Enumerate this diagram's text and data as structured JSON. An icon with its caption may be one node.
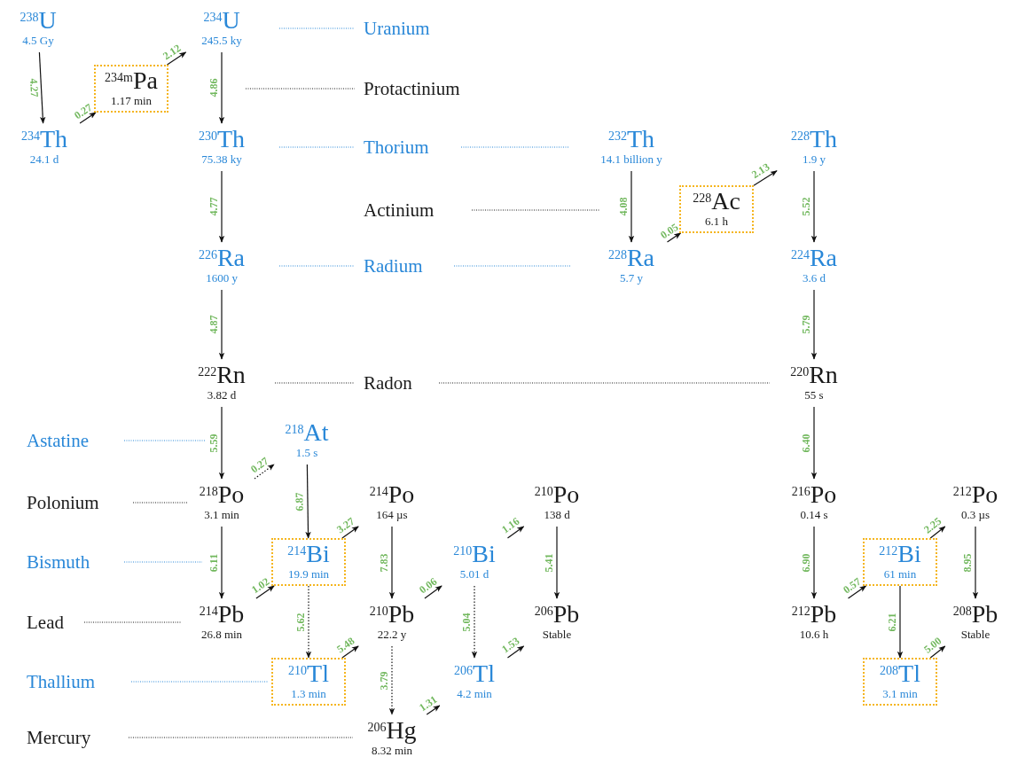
{
  "diagram": {
    "nodes": [
      {
        "text": [
          "$^{238}$U",
          "4.5 Gy"
        ]
      },
      {
        "text": [
          "$^{234}$U",
          "245.5 ky"
        ]
      },
      {
        "text": [
          "$^{234m}$Pa",
          "1.17 min"
        ]
      },
      {
        "text": [
          "$^{234}$Th",
          "24.1 d"
        ]
      },
      {
        "text": [
          "$^{230}$Th",
          "75.38 ky"
        ]
      },
      {
        "text": [
          "$^{232}$Th",
          "14.1 billion y"
        ]
      },
      {
        "text": [
          "$^{228}$Th",
          "1.9 y"
        ]
      },
      {
        "text": [
          "$^{228}$Ac",
          "6.1 h"
        ]
      },
      {
        "text": [
          "$^{226}$Ra",
          "1600 y"
        ]
      },
      {
        "text": [
          "$^{228}$Ra",
          "5.7 y"
        ]
      },
      {
        "text": [
          "$^{224}$Ra",
          "3.6 d"
        ]
      },
      {
        "text": [
          "$^{222}$Rn",
          "3.82 d"
        ]
      },
      {
        "text": [
          "$^{220}$Rn",
          "55 s"
        ]
      },
      {
        "text": [
          "$^{218}$At",
          "1.5 s"
        ]
      },
      {
        "text": [
          "$^{218}$Po",
          "3.1 min"
        ]
      },
      {
        "text": [
          "$^{214}$Po",
          "164 µs"
        ]
      },
      {
        "text": [
          "$^{210}$Po",
          "138 d"
        ]
      },
      {
        "text": [
          "$^{216}$Po",
          "0.14 s"
        ]
      },
      {
        "text": [
          "$^{212}$Po",
          "0.3 µs"
        ]
      },
      {
        "text": [
          "$^{214}$Bi",
          "19.9 min"
        ]
      },
      {
        "text": [
          "$^{210}$Bi",
          "5.01 d"
        ]
      },
      {
        "text": [
          "$^{212}$Bi",
          "61 min"
        ]
      },
      {
        "text": [
          "$^{214}$Pb",
          "26.8 min"
        ]
      },
      {
        "text": [
          "$^{210}$Pb",
          "22.2 y"
        ]
      },
      {
        "text": [
          "$^{206}$Pb",
          "Stable"
        ]
      },
      {
        "text": [
          "$^{212}$Pb",
          "10.6 h"
        ]
      },
      {
        "text": [
          "$^{208}$Pb",
          "Stable"
        ]
      },
      {
        "text": [
          "$^{210}$Tl",
          "1.3 min"
        ]
      },
      {
        "text": [
          "$^{206}$Tl",
          "4.2 min"
        ]
      },
      {
        "text": [
          "$^{208}$Tl",
          "3.1 min"
        ]
      },
      {
        "text": [
          "$^{206}$Hg",
          "8.32 min"
        ]
      }
    ],
    "edges": [
      {
        "from": 0,
        "to": 3,
        "arrow": "to",
        "label": "4.27"
      },
      {
        "from": 3,
        "to": 2,
        "arrow": "to",
        "label": "0.27"
      },
      {
        "from": 2,
        "to": 1,
        "arrow": "to",
        "label": "2.12"
      },
      {
        "from": 1,
        "to": 4,
        "arrow": "to",
        "label": "4.86"
      },
      {
        "from": 4,
        "to": 8,
        "arrow": "to",
        "label": "4.77"
      },
      {
        "from": 8,
        "to": 11,
        "arrow": "to",
        "label": "4.87"
      },
      {
        "from": 11,
        "to": 14,
        "arrow": "to",
        "label": "5.59"
      },
      {
        "from": 14,
        "to": 13,
        "arrow": "to",
        "label": "0.27",
        "style": "dashed"
      },
      {
        "from": 14,
        "to": 22,
        "arrow": "to",
        "label": "6.11"
      },
      {
        "from": 13,
        "to": 19,
        "arrow": "to",
        "label": "6.87"
      },
      {
        "from": 22,
        "to": 19,
        "arrow": "to",
        "label": "1.02"
      },
      {
        "from": 19,
        "to": 15,
        "arrow": "to",
        "label": "3.27"
      },
      {
        "from": 19,
        "to": 27,
        "arrow": "to",
        "label": "5.62",
        "style": "dashed"
      },
      {
        "from": 15,
        "to": 23,
        "arrow": "to",
        "label": "7.83"
      },
      {
        "from": 27,
        "to": 23,
        "arrow": "to",
        "label": "5.48"
      },
      {
        "from": 23,
        "to": 20,
        "arrow": "to",
        "label": "0.06"
      },
      {
        "from": 23,
        "to": 30,
        "arrow": "to",
        "label": "3.79",
        "style": "dashed"
      },
      {
        "from": 30,
        "to": 28,
        "arrow": "to",
        "label": "1.31"
      },
      {
        "from": 20,
        "to": 16,
        "arrow": "to",
        "label": "1.16"
      },
      {
        "from": 20,
        "to": 28,
        "arrow": "to",
        "label": "5.04",
        "style": "dashed"
      },
      {
        "from": 16,
        "to": 24,
        "arrow": "to",
        "label": "5.41"
      },
      {
        "from": 28,
        "to": 24,
        "arrow": "to",
        "label": "1.53"
      },
      {
        "from": 5,
        "to": 9,
        "arrow": "to",
        "label": "4.08"
      },
      {
        "from": 9,
        "to": 7,
        "arrow": "to",
        "label": "0.05"
      },
      {
        "from": 7,
        "to": 6,
        "arrow": "to",
        "label": "2.13"
      },
      {
        "from": 6,
        "to": 10,
        "arrow": "to",
        "label": "5.52"
      },
      {
        "from": 10,
        "to": 12,
        "arrow": "to",
        "label": "5.79"
      },
      {
        "from": 12,
        "to": 17,
        "arrow": "to",
        "label": "6.40"
      },
      {
        "from": 17,
        "to": 25,
        "arrow": "to",
        "label": "6.90"
      },
      {
        "from": 25,
        "to": 21,
        "arrow": "to",
        "label": "0.57"
      },
      {
        "from": 21,
        "to": 18,
        "arrow": "to",
        "label": "2.25"
      },
      {
        "from": 21,
        "to": 29,
        "arrow": "to",
        "label": "6.21"
      },
      {
        "from": 18,
        "to": 26,
        "arrow": "to",
        "label": "8.95"
      },
      {
        "from": 29,
        "to": 26,
        "arrow": "to",
        "label": "5.00"
      }
    ],
    "labels": [
      "Uranium",
      "Protactinium",
      "Thorium",
      "Actinium",
      "Radium",
      "Radon",
      "Astatine",
      "Polonium",
      "Bismuth",
      "Lead",
      "Thallium",
      "Mercury"
    ]
  }
}
